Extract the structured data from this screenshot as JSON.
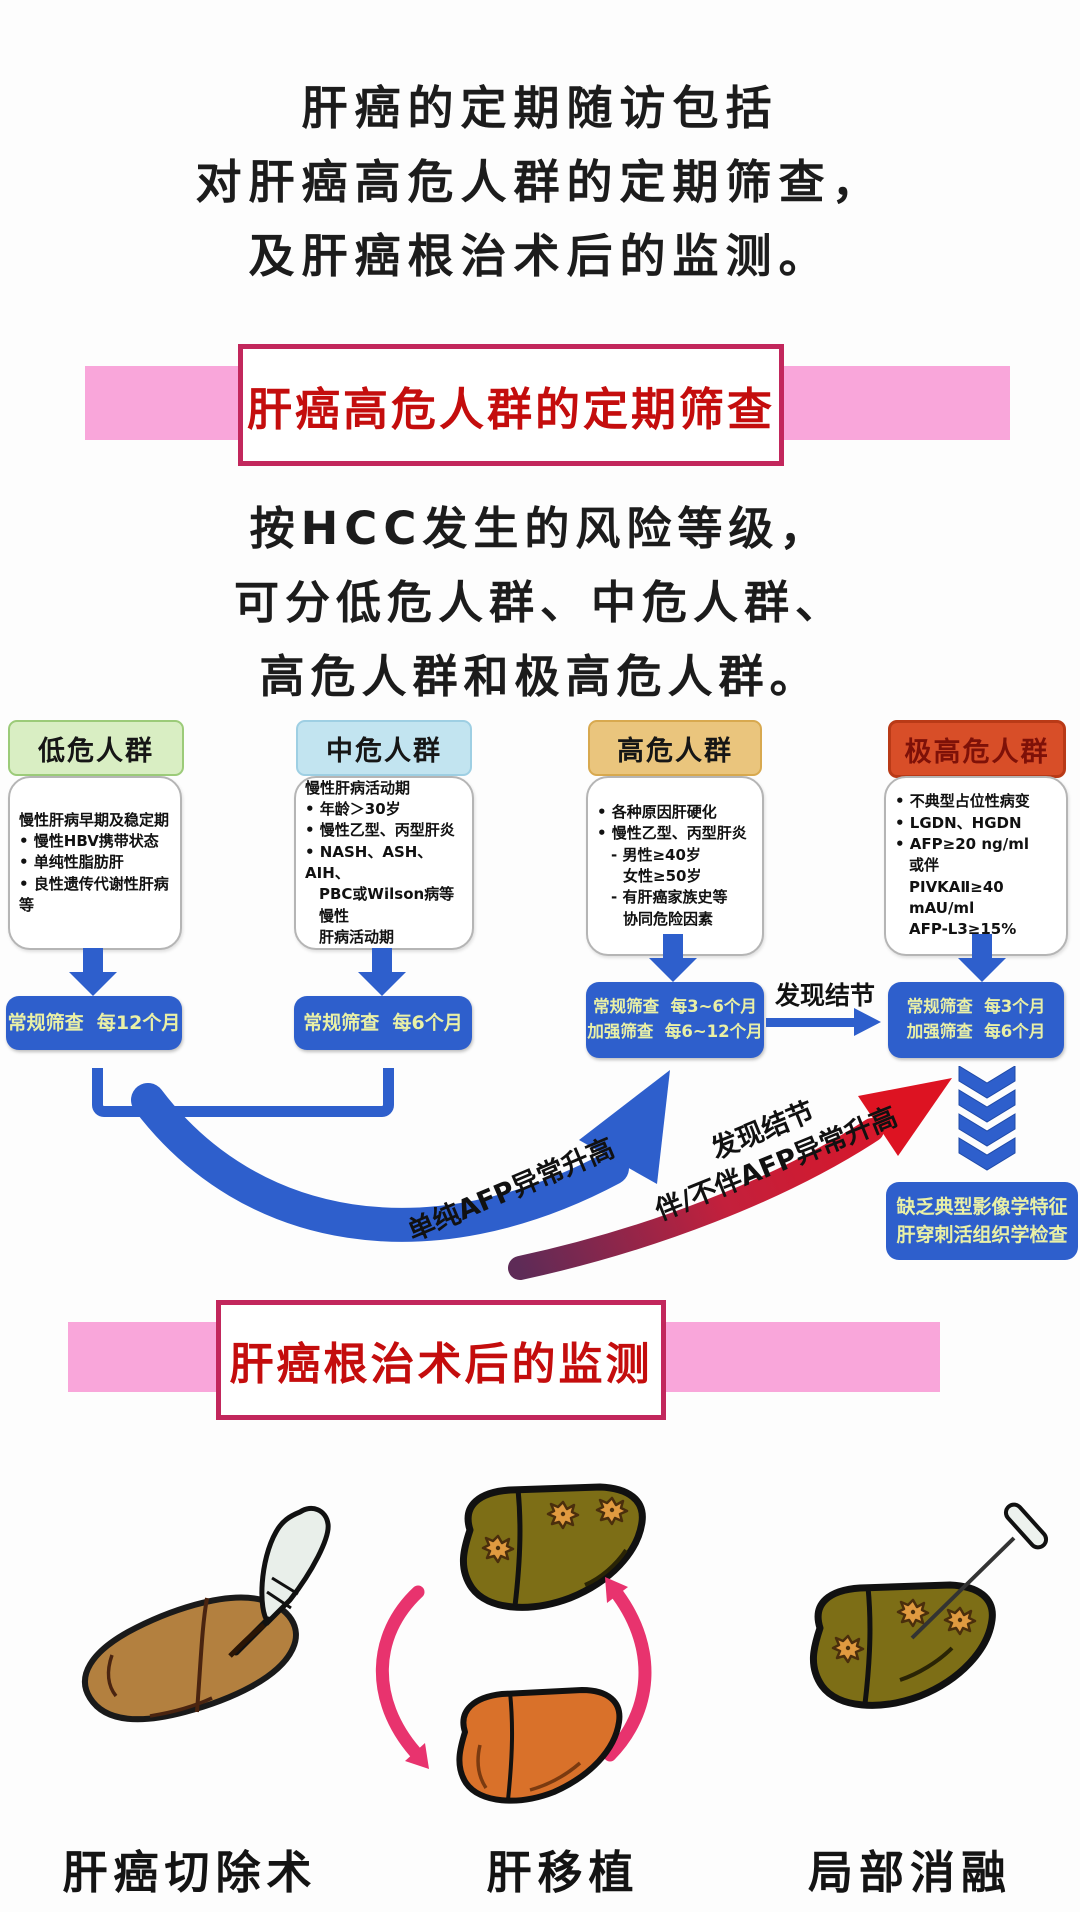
{
  "intro": {
    "line1": "肝癌的定期随访包括",
    "line2": "对肝癌高危人群的定期筛查，",
    "line3": "及肝癌根治术后的监测。"
  },
  "banner1": {
    "title": "肝癌高危人群的定期筛查"
  },
  "risk_intro": {
    "line1": "按HCC发生的风险等级，",
    "line2": "可分低危人群、中危人群、",
    "line3": "高危人群和极高危人群。"
  },
  "flowchart": {
    "columns": [
      {
        "header": "低危人群",
        "lines": [
          "慢性肝病早期及稳定期",
          "• 慢性HBV携带状态",
          "• 单纯性脂肪肝",
          "• 良性遗传代谢性肝病等"
        ],
        "screen": [
          "常规筛查  每12个月"
        ]
      },
      {
        "header": "中危人群",
        "lines": [
          "慢性肝病活动期",
          "• 年龄＞30岁",
          "• 慢性乙型、丙型肝炎",
          "• NASH、ASH、AIH、",
          "PBC或Wilson病等慢性",
          "肝病活动期"
        ],
        "screen": [
          "常规筛查  每6个月"
        ]
      },
      {
        "header": "高危人群",
        "lines": [
          "• 各种原因肝硬化",
          "• 慢性乙型、丙型肝炎",
          "- 男性≥40岁",
          "女性≥50岁",
          "- 有肝癌家族史等",
          "协同危险因素"
        ],
        "screen": [
          "常规筛查  每3~6个月",
          "加强筛查  每6~12个月"
        ]
      },
      {
        "header": "极高危人群",
        "lines": [
          "• 不典型占位性病变",
          "• LGDN、HGDN",
          "• AFP≥20 ng/ml",
          "或伴",
          "PIVKAⅡ≥40 mAU/ml",
          "AFP-L3≥15%"
        ],
        "screen": [
          "常规筛查  每3个月",
          "加强筛查  每6个月"
        ]
      }
    ],
    "nodule_arrow_label": "发现结节",
    "blue_arrow_label": "单纯AFP异常升高",
    "red_arrow_label_line1": "发现结节",
    "red_arrow_label_line2": "伴/不伴AFP异常升高",
    "biopsy_line1": "缺乏典型影像学特征",
    "biopsy_line2": "肝穿刺活组织学检查"
  },
  "banner2": {
    "title": "肝癌根治术后的监测"
  },
  "treatments": [
    "肝癌切除术",
    "肝移植",
    "局部消融"
  ],
  "colors": {
    "pink_strip": "#F9A6DA",
    "banner_border": "#C2275C",
    "banner_text": "#C40D0D",
    "flow_blue": "#2E5FCC",
    "screen_text": "#E9F0A6",
    "low_header_bg": "#D9EEC3",
    "mid_header_bg": "#C2E4F0",
    "high_header_bg": "#EAC57D",
    "very_high_header_bg": "#D84E28",
    "red_arrow": "#DD1322",
    "transplant_arrow_pink": "#E8336E"
  }
}
